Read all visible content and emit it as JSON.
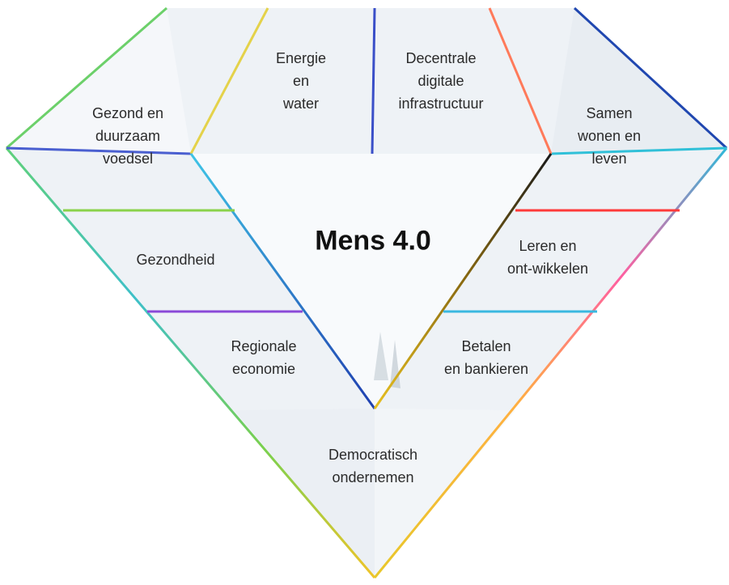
{
  "title": "Mens 4.0",
  "segments": {
    "gezond_voedsel": [
      "Gezond en",
      "duurzaam",
      "voedsel"
    ],
    "energie_water": [
      "Energie",
      "en",
      "water"
    ],
    "decentrale_infra": [
      "Decentrale",
      "digitale",
      "infrastructuur"
    ],
    "samen_wonen": [
      "Samen",
      "wonen en",
      "leven"
    ],
    "gezondheid": [
      "Gezondheid"
    ],
    "leren": [
      "Leren en",
      "ont-wikkelen"
    ],
    "regionale_economie": [
      "Regionale",
      "economie"
    ],
    "betalen": [
      "Betalen",
      "en bankieren"
    ],
    "democratisch": [
      "Democratisch",
      "ondernemen"
    ]
  },
  "colors": {
    "background": "#ffffff",
    "facet": "#eef2f6",
    "text": "#2a2a2a"
  }
}
